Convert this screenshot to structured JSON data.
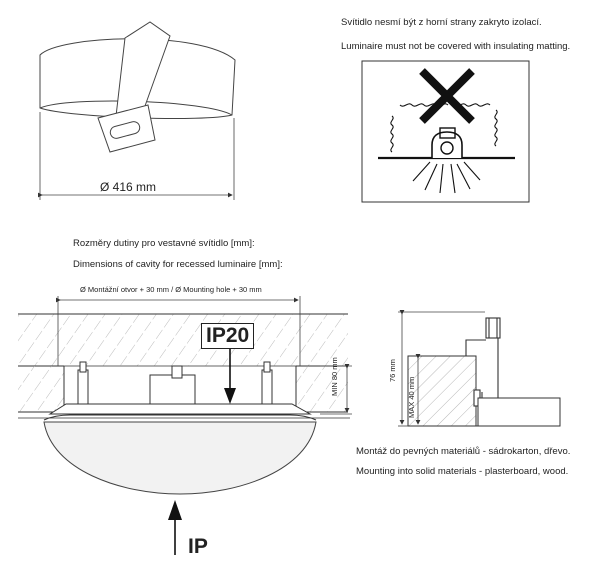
{
  "warning": {
    "cz": "Svítidlo nesmí být z horní strany zakryto izolací.",
    "en": "Luminaire must not be covered with insulating matting."
  },
  "diameter_label": "Ø 416 mm",
  "cavity": {
    "cz": "Rozměry dutiny pro vestavné svítidlo [mm]:",
    "en": "Dimensions of cavity for recessed luminaire [mm]:"
  },
  "mounting_hole_label": "Ø Montážní otvor + 30 mm / Ø Mounting hole + 30 mm",
  "ip20_label": "IP20",
  "ip_label": "IP",
  "min_height_label": "MIN 80 mm",
  "height_76_label": "76 mm",
  "max_40_label": "MAX 40 mm",
  "mounting": {
    "cz": "Montáž do pevných materiálů - sádrokarton, dřevo.",
    "en": "Mounting into solid materials - plasterboard, wood."
  }
}
